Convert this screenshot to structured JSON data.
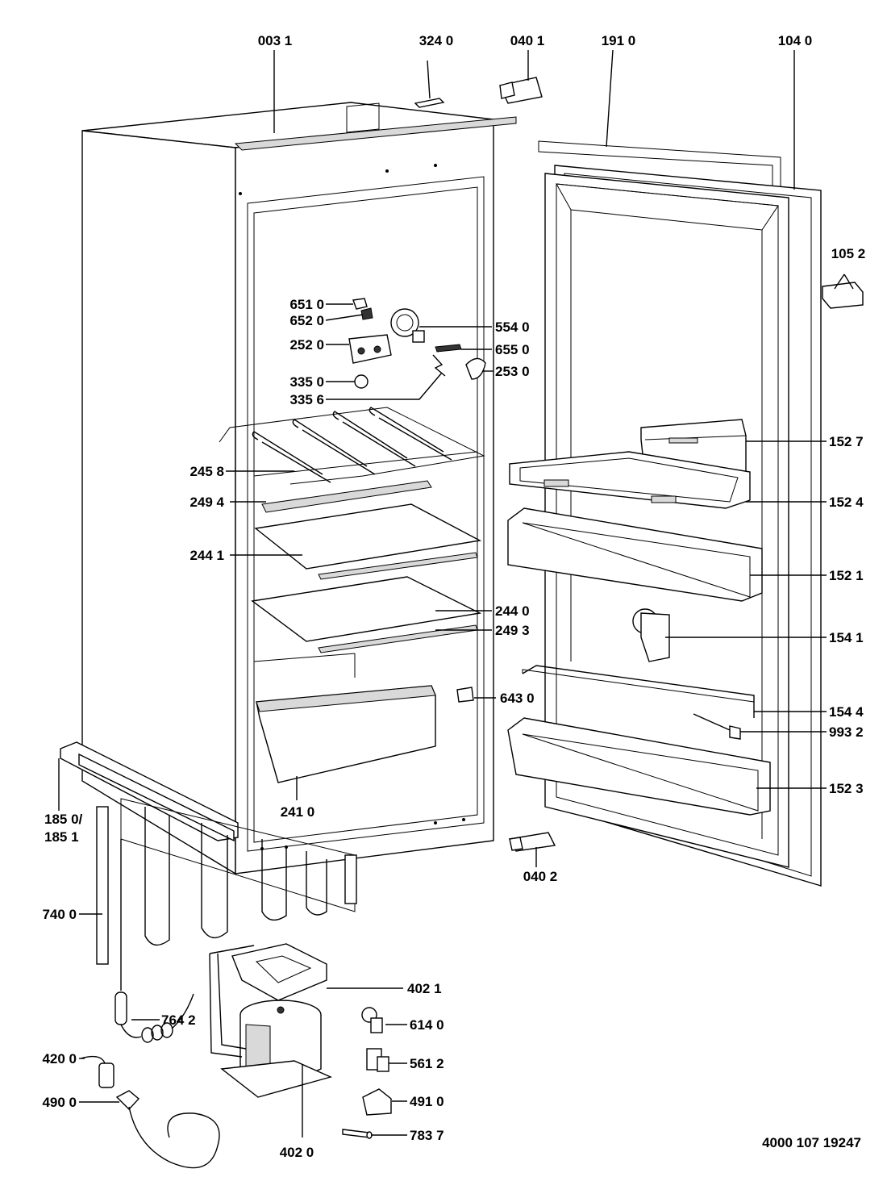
{
  "diagram": {
    "labels": [
      {
        "id": "0031",
        "text": "003 1"
      },
      {
        "id": "3240",
        "text": "324 0"
      },
      {
        "id": "0401",
        "text": "040 1"
      },
      {
        "id": "1910",
        "text": "191 0"
      },
      {
        "id": "1040",
        "text": "104 0"
      },
      {
        "id": "1052",
        "text": "105 2"
      },
      {
        "id": "6510",
        "text": "651 0"
      },
      {
        "id": "6520",
        "text": "652 0"
      },
      {
        "id": "5540",
        "text": "554 0"
      },
      {
        "id": "2520",
        "text": "252 0"
      },
      {
        "id": "6550",
        "text": "655 0"
      },
      {
        "id": "2530",
        "text": "253 0"
      },
      {
        "id": "3350",
        "text": "335 0"
      },
      {
        "id": "3356",
        "text": "335 6"
      },
      {
        "id": "1527",
        "text": "152 7"
      },
      {
        "id": "2458",
        "text": "245 8"
      },
      {
        "id": "2494",
        "text": "249 4"
      },
      {
        "id": "1524",
        "text": "152 4"
      },
      {
        "id": "2441",
        "text": "244 1"
      },
      {
        "id": "1521",
        "text": "152 1"
      },
      {
        "id": "2440",
        "text": "244 0"
      },
      {
        "id": "2493",
        "text": "249 3"
      },
      {
        "id": "1541",
        "text": "154 1"
      },
      {
        "id": "6430",
        "text": "643 0"
      },
      {
        "id": "1544",
        "text": "154 4"
      },
      {
        "id": "9932",
        "text": "993 2"
      },
      {
        "id": "1523",
        "text": "152 3"
      },
      {
        "id": "1850",
        "text": "185 0/"
      },
      {
        "id": "1851",
        "text": "185 1"
      },
      {
        "id": "2410",
        "text": "241 0"
      },
      {
        "id": "0402",
        "text": "040 2"
      },
      {
        "id": "7400",
        "text": "740 0"
      },
      {
        "id": "4021",
        "text": "402 1"
      },
      {
        "id": "7642",
        "text": "764 2"
      },
      {
        "id": "6140",
        "text": "614 0"
      },
      {
        "id": "4200",
        "text": "420 0"
      },
      {
        "id": "5612",
        "text": "561 2"
      },
      {
        "id": "4900",
        "text": "490 0"
      },
      {
        "id": "4910",
        "text": "491 0"
      },
      {
        "id": "7837",
        "text": "783 7"
      },
      {
        "id": "4020",
        "text": "402 0"
      }
    ],
    "document_number": "4000 107 19247"
  }
}
